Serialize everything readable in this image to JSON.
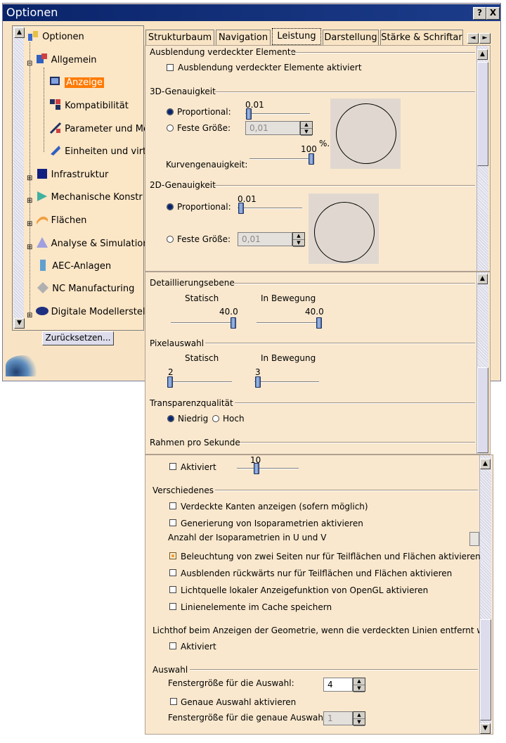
{
  "window": {
    "title": "Optionen",
    "help_btn": "?",
    "close_btn": "X"
  },
  "tree": {
    "items": [
      {
        "label": "Optionen"
      },
      {
        "label": "Allgemein"
      },
      {
        "label": "Anzeige"
      },
      {
        "label": "Kompatibilität"
      },
      {
        "label": "Parameter und Me"
      },
      {
        "label": "Einheiten und virt"
      },
      {
        "label": "Infrastruktur"
      },
      {
        "label": "Mechanische Konstr"
      },
      {
        "label": "Flächen"
      },
      {
        "label": "Analyse & Simulation"
      },
      {
        "label": "AEC-Anlagen"
      },
      {
        "label": "NC Manufacturing"
      },
      {
        "label": "Digitale Modellerstellu"
      }
    ],
    "reset_button": "Zurücksetzen..."
  },
  "tabs": [
    {
      "label": "Strukturbaum"
    },
    {
      "label": "Navigation"
    },
    {
      "label": "Leistung"
    },
    {
      "label": "Darstellung"
    },
    {
      "label": "Stärke & Schriftar"
    }
  ],
  "panel1": {
    "hidden_group": "Ausblendung verdeckter Elemente",
    "hidden_check": "Ausblendung verdeckter Elemente aktiviert",
    "acc3d_group": "3D-Genauigkeit",
    "proportional": "Proportional:",
    "fixed": "Feste Größe:",
    "prop_value": "0.01",
    "fixed_value": "0,01",
    "curve_value": "100",
    "percent": "%.",
    "curve_label": "Kurvengenauigkeit:",
    "acc2d_group": "2D-Genauigkeit",
    "prop2d_value": "0.01",
    "fixed2d_value": "0,01"
  },
  "panel2": {
    "detail_group": "Detaillierungsebene",
    "static": "Statisch",
    "moving": "In Bewegung",
    "detail_static": "40.0",
    "detail_moving": "40.0",
    "pixel_group": "Pixelauswahl",
    "pixel_static": "2",
    "pixel_moving": "3",
    "transp_group": "Transparenzqualität",
    "low": "Niedrig",
    "high": "Hoch",
    "fps_group": "Rahmen pro Sekunde"
  },
  "panel3": {
    "activated1": "Aktiviert",
    "fps_value": "10",
    "misc_group": "Verschiedenes",
    "checks": [
      {
        "label": "Verdeckte Kanten anzeigen (sofern möglich)",
        "checked": false
      },
      {
        "label": "Generierung von Isoparametrien aktivieren",
        "checked": false
      }
    ],
    "iso_label": "Anzahl der Isoparametrien in U und V",
    "checks2": [
      {
        "label": "Beleuchtung von zwei Seiten nur für Teilflächen und Flächen aktivieren",
        "checked": true
      },
      {
        "label": "Ausblenden rückwärts nur für Teilflächen und Flächen aktivieren",
        "checked": false
      },
      {
        "label": "Lichtquelle lokaler Anzeigefunktion von OpenGL aktivieren",
        "checked": false
      },
      {
        "label": "Linienelemente im Cache speichern",
        "checked": false
      }
    ],
    "halo_label": "Lichthof beim Anzeigen der Geometrie, wenn die verdeckten Linien entfernt wurde",
    "activated2": "Aktiviert",
    "selection_group": "Auswahl",
    "window_size_label": "Fenstergröße für die Auswahl:",
    "window_size_value": "4",
    "exact_check": "Genaue Auswahl aktivieren",
    "exact_size_label": "Fenstergröße für die genaue Auswahl:",
    "exact_size_value": "1"
  },
  "colors": {
    "titlebar": "#0a246a",
    "panel": "#f9e8ce",
    "selection": "#ff7a00"
  }
}
